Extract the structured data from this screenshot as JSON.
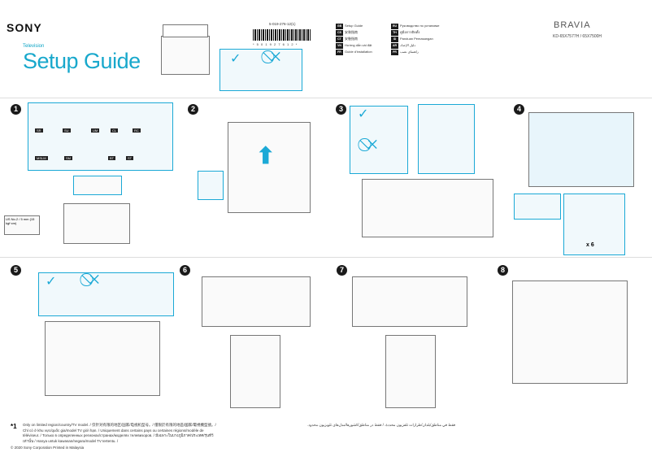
{
  "header": {
    "brand": "SONY",
    "category": "Television",
    "title": "Setup Guide",
    "part_number": "5-019-276-12(1)",
    "barcode_text": "* 5 0 1 9 2 7 6 1 2 *",
    "product_brand": "BRAVIA",
    "models": "KD-65X7577H / 65X7500H",
    "languages": [
      {
        "code": "GB",
        "label": "Setup Guide"
      },
      {
        "code": "CS",
        "label": "安装指南"
      },
      {
        "code": "CT",
        "label": "安裝指南"
      },
      {
        "code": "VN",
        "label": "Hướng dẫn cài đặt"
      },
      {
        "code": "FR",
        "label": "Guide d'installation"
      },
      {
        "code": "RU",
        "label": "Руководство по установке"
      },
      {
        "code": "TH",
        "label": "คู่มือการติดตั้ง"
      },
      {
        "code": "ID",
        "label": "Panduan Pemasangan"
      },
      {
        "code": "AR",
        "label": "دليل الإعداد"
      },
      {
        "code": "PR",
        "label": "راهنمای نصب"
      }
    ]
  },
  "steps": [
    "1",
    "2",
    "3",
    "4",
    "5",
    "6",
    "7",
    "8"
  ],
  "parts": [
    "SR",
    "SU",
    "UM",
    "CL",
    "RC",
    "BT",
    "MSLM",
    "SM",
    "ST"
  ],
  "screw_note": "US No.2 / 5 mm (15 kgf·cm)",
  "count": "x 6",
  "footer": {
    "mark": "*1",
    "note": "Only on limited region/country/TV model. / 仅针对有限的地区/国家/电视机型号。/ 僅限於有限的地區/國家/電視機型號。/ Chỉ có ở khu vực/quốc gia/model TV giới hạn. / Uniquement dans certains pays ou certaines régions/modèle de téléviseur. / Только в определенных регионах/странах/моделях телевизоров. / มีเฉพาะในบางภูมิภาค/ประเทศ/รุ่นทีวีเท่านั้น / Hanya untuk kawasan/negara/model TV tertentu. /",
    "note_rtl": "فقط في مناطق/بلدان/طرازات تلفزيون محددة. / فقط در مناطق/کشورها/مدل‌های تلویزیون محدود.",
    "copyright": "© 2020 Sony Corporation   Printed in Malaysia"
  }
}
